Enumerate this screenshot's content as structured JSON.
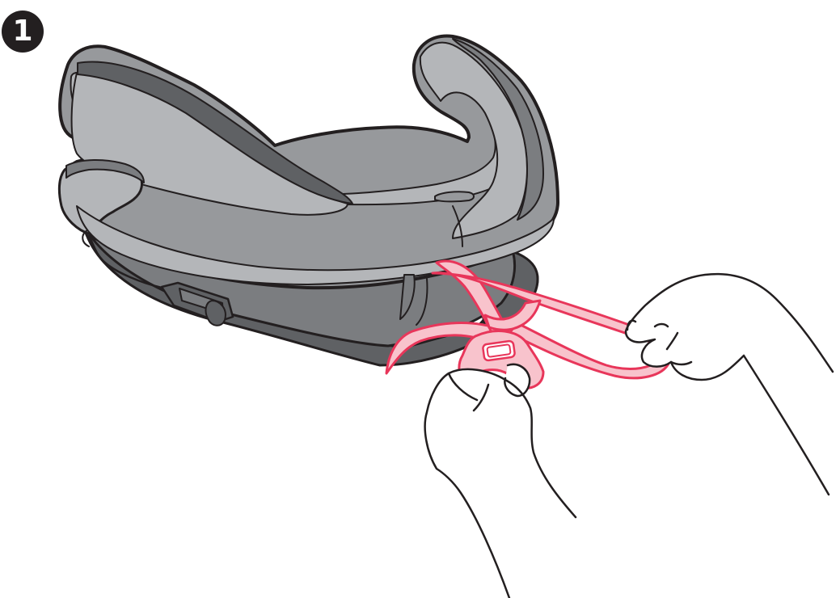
{
  "step": {
    "number": "1"
  },
  "colors": {
    "outline": "#231f20",
    "seat_light": "#b4b6b9",
    "seat_mid": "#97999c",
    "seat_dark": "#7b7d80",
    "seat_deep": "#5f6164",
    "strap_fill": "#f8c3cc",
    "strap_stroke": "#e8365a",
    "background": "#ffffff"
  },
  "icons": {
    "step_badge": "circled-digit-one",
    "seat": "booster-seat-illustration",
    "strap": "latch-strap-illustration",
    "hands": "hands-illustration"
  }
}
